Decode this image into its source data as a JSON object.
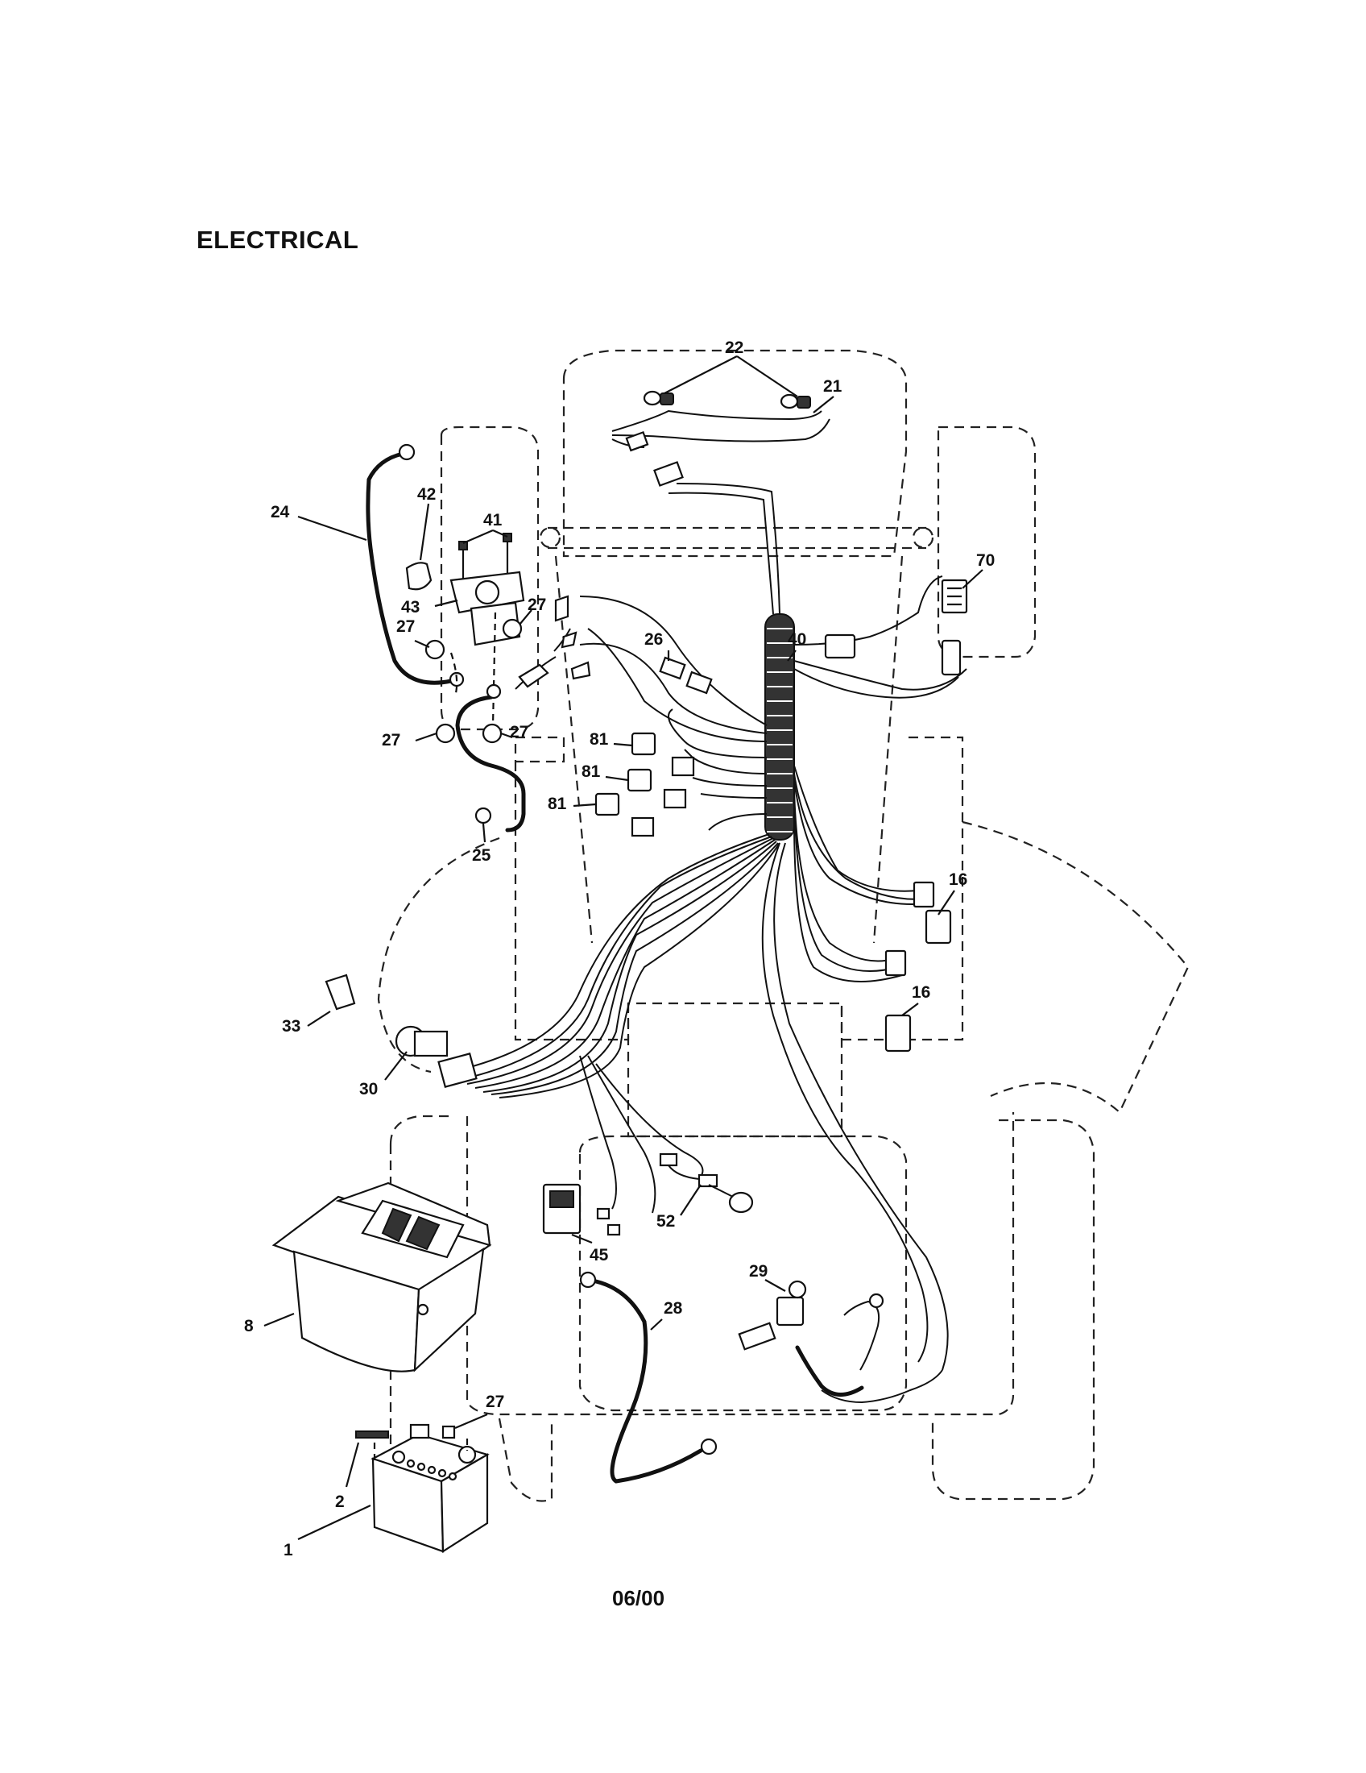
{
  "title": "ELECTRICAL",
  "footer_date": "06/00",
  "callouts": [
    {
      "id": "c22",
      "text": "22"
    },
    {
      "id": "c21",
      "text": "21"
    },
    {
      "id": "c24",
      "text": "24"
    },
    {
      "id": "c42",
      "text": "42"
    },
    {
      "id": "c41",
      "text": "41"
    },
    {
      "id": "c70",
      "text": "70"
    },
    {
      "id": "c43",
      "text": "43"
    },
    {
      "id": "c27a",
      "text": "27"
    },
    {
      "id": "c27b",
      "text": "27"
    },
    {
      "id": "c26",
      "text": "26"
    },
    {
      "id": "c40",
      "text": "40"
    },
    {
      "id": "c27c",
      "text": "27"
    },
    {
      "id": "c27d",
      "text": "27"
    },
    {
      "id": "c81a",
      "text": "81"
    },
    {
      "id": "c81b",
      "text": "81"
    },
    {
      "id": "c81c",
      "text": "81"
    },
    {
      "id": "c25",
      "text": "25"
    },
    {
      "id": "c16a",
      "text": "16"
    },
    {
      "id": "c16b",
      "text": "16"
    },
    {
      "id": "c33",
      "text": "33"
    },
    {
      "id": "c30",
      "text": "30"
    },
    {
      "id": "c52",
      "text": "52"
    },
    {
      "id": "c45",
      "text": "45"
    },
    {
      "id": "c29",
      "text": "29"
    },
    {
      "id": "c28",
      "text": "28"
    },
    {
      "id": "c8",
      "text": "8"
    },
    {
      "id": "c27e",
      "text": "27"
    },
    {
      "id": "c2",
      "text": "2"
    },
    {
      "id": "c1",
      "text": "1"
    }
  ]
}
